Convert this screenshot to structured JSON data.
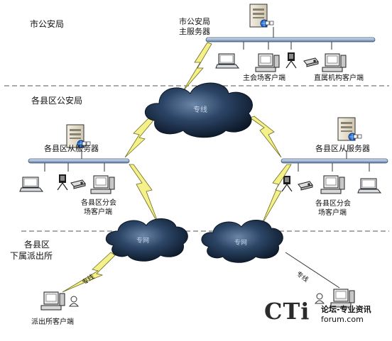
{
  "sections": {
    "city": "市公安局",
    "county": "各县区公安局",
    "sub_line1": "各县区",
    "sub_line2": "下属派出所"
  },
  "nodes": {
    "main_server": [
      "市公安局",
      "主服务器"
    ],
    "main_venue": "主会场客户端",
    "direct_org": "直属机构客户端",
    "left_slave": "各县区从服务器",
    "right_slave": "各县区从服务器",
    "left_venue": [
      "各县区分会",
      "场客户端"
    ],
    "right_venue": [
      "各县区分会",
      "场客户端"
    ],
    "station": "派出所客户端"
  },
  "links": {
    "cloud_top": "专线",
    "cloud_left": "专网",
    "cloud_right": "专网",
    "line_left": "专线",
    "line_right": "专线"
  },
  "watermark": {
    "brand": "CTi",
    "forum": "论坛-专业资讯",
    "site": "forum.com"
  }
}
